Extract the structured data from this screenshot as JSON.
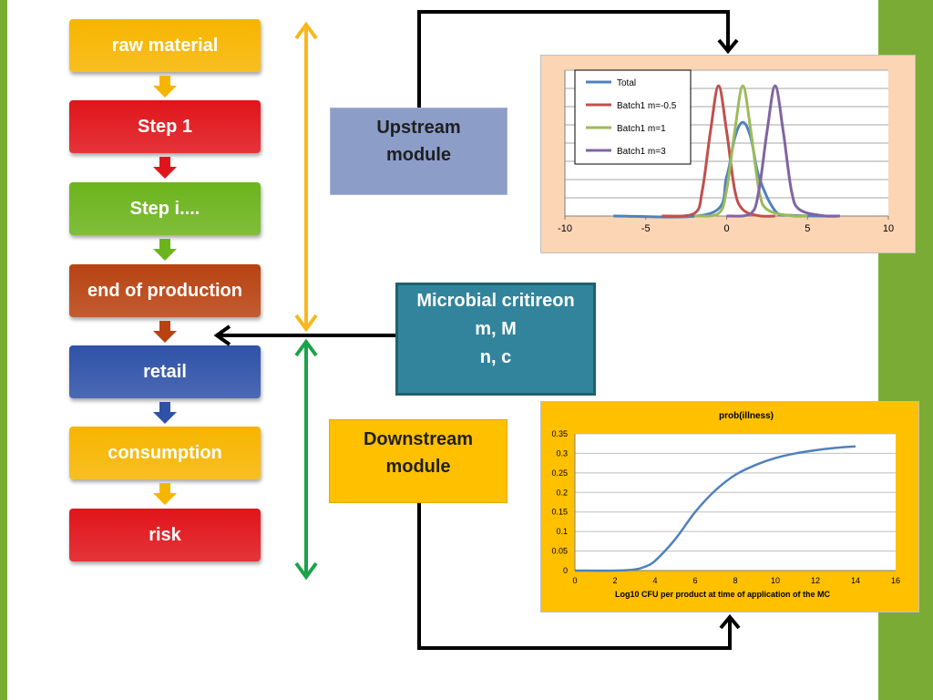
{
  "colors": {
    "side_bar": "#7aab35",
    "raw_material": "#f7b500",
    "step1": "#e0151b",
    "step_i": "#6cb41d",
    "end_of_production": "#b84312",
    "retail": "#2f52a8",
    "consumption": "#f7b500",
    "risk": "#e0151b",
    "upstream_arrow": "#f8b81c",
    "downstream_arrow": "#1ba34a",
    "connector": "#000000"
  },
  "flow": {
    "steps": [
      {
        "label": "raw material",
        "color": "#f7b500",
        "arrow": "#f7b500"
      },
      {
        "label": "Step 1",
        "color": "#e0151b",
        "arrow": "#e0151b"
      },
      {
        "label": "Step i....",
        "color": "#6cb41d",
        "arrow": "#6cb41d"
      },
      {
        "label": "end of production",
        "color": "#b84312",
        "arrow": "#b84312"
      },
      {
        "label": "retail",
        "color": "#2f52a8",
        "arrow": "#2f52a8"
      },
      {
        "label": "consumption",
        "color": "#f7b500",
        "arrow": "#f7b500"
      },
      {
        "label": "risk",
        "color": "#e0151b",
        "arrow": null
      }
    ]
  },
  "upstream_module": {
    "line1": "Upstream",
    "line2": "module"
  },
  "downstream_module": {
    "line1": "Downstream",
    "line2": "module"
  },
  "criterion": {
    "line1": "Microbial critireon",
    "line2": "m, M",
    "line3": "n, c"
  },
  "chart_data": [
    {
      "type": "line",
      "background": "#fcd5b4",
      "title": "",
      "xlabel": "",
      "ylabel": "",
      "xlim": [
        -10,
        10
      ],
      "xticks": [
        -10,
        -5,
        0,
        5,
        10
      ],
      "grid": true,
      "legend": "top-left",
      "series": [
        {
          "name": "Total",
          "color": "#4f81bd",
          "x": [
            -7,
            -1,
            0,
            0.5,
            1,
            1.5,
            2,
            3,
            4,
            7
          ],
          "y": [
            0,
            0.02,
            0.3,
            0.6,
            0.72,
            0.6,
            0.3,
            0.04,
            0.005,
            0
          ]
        },
        {
          "name": "Batch1 m=-0.5",
          "color": "#c0504d",
          "x": [
            -4,
            -2,
            -1.5,
            -1,
            -0.5,
            0,
            0.5,
            1,
            2,
            3
          ],
          "y": [
            0,
            0.02,
            0.2,
            0.65,
            1.0,
            0.65,
            0.2,
            0.05,
            0.002,
            0
          ]
        },
        {
          "name": "Batch1 m=1",
          "color": "#9bbb59",
          "x": [
            -2,
            -0.5,
            0,
            0.5,
            1,
            1.5,
            2,
            2.5,
            4,
            5
          ],
          "y": [
            0,
            0.02,
            0.2,
            0.65,
            1.0,
            0.65,
            0.2,
            0.05,
            0.002,
            0
          ]
        },
        {
          "name": "Batch1 m=3",
          "color": "#8064a2",
          "x": [
            0,
            1.5,
            2,
            2.5,
            3,
            3.5,
            4,
            4.5,
            6,
            7
          ],
          "y": [
            0,
            0.02,
            0.2,
            0.65,
            1.0,
            0.65,
            0.2,
            0.05,
            0.002,
            0
          ]
        }
      ]
    },
    {
      "type": "line",
      "background": "#ffc000",
      "title": "prob(illness)",
      "xlabel": "Log10 CFU per product at time of application of the MC",
      "ylabel": "",
      "xlim": [
        0,
        16
      ],
      "ylim": [
        0,
        0.35
      ],
      "xticks": [
        0,
        2,
        4,
        6,
        8,
        10,
        12,
        14,
        16
      ],
      "yticks": [
        0,
        0.05,
        0.1,
        0.15,
        0.2,
        0.25,
        0.3,
        0.35
      ],
      "ytick_labels": [
        "0",
        "0.05",
        "0.1",
        "0.15",
        "0.2",
        "0.25",
        "0.3",
        "0.35"
      ],
      "grid": true,
      "legend": "none",
      "series": [
        {
          "color": "#4f81bd",
          "x": [
            0,
            2,
            3,
            3.5,
            4,
            5,
            6,
            7,
            8,
            9,
            10,
            11,
            12,
            13,
            14
          ],
          "y": [
            0,
            0,
            0.003,
            0.01,
            0.025,
            0.08,
            0.15,
            0.205,
            0.245,
            0.27,
            0.288,
            0.3,
            0.308,
            0.314,
            0.318
          ]
        }
      ]
    }
  ]
}
